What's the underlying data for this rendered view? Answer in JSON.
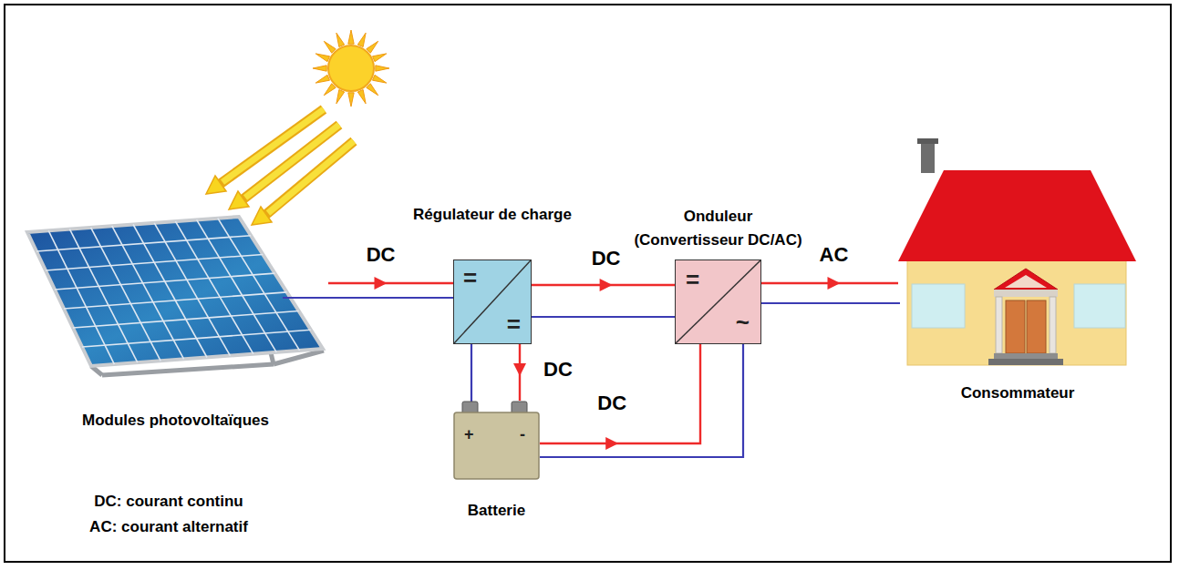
{
  "diagram": {
    "nodes": [
      {
        "text": [
          "Modules photovoltaïques"
        ]
      },
      {
        "text": [
          "Régulateur de charge",
          "=",
          "="
        ]
      },
      {
        "text": [
          "Onduleur (Convertisseur DC/AC)",
          "=",
          "~"
        ]
      },
      {
        "text": [
          "+",
          "-",
          "Batterie"
        ]
      },
      {
        "text": [
          "Consommateur"
        ]
      }
    ],
    "edges": [
      {
        "from": 0,
        "to": 1,
        "arrow": "to",
        "label": "DC"
      },
      {
        "from": 1,
        "to": 2,
        "arrow": "to",
        "label": "DC"
      },
      {
        "from": 2,
        "to": 4,
        "arrow": "to",
        "label": "AC"
      },
      {
        "from": 1,
        "to": 3,
        "arrow": "to",
        "label": "DC"
      },
      {
        "from": 3,
        "to": 2,
        "arrow": "to",
        "label": "DC"
      }
    ],
    "labels": [
      "DC: courant continu",
      "AC: courant alternatif"
    ]
  }
}
